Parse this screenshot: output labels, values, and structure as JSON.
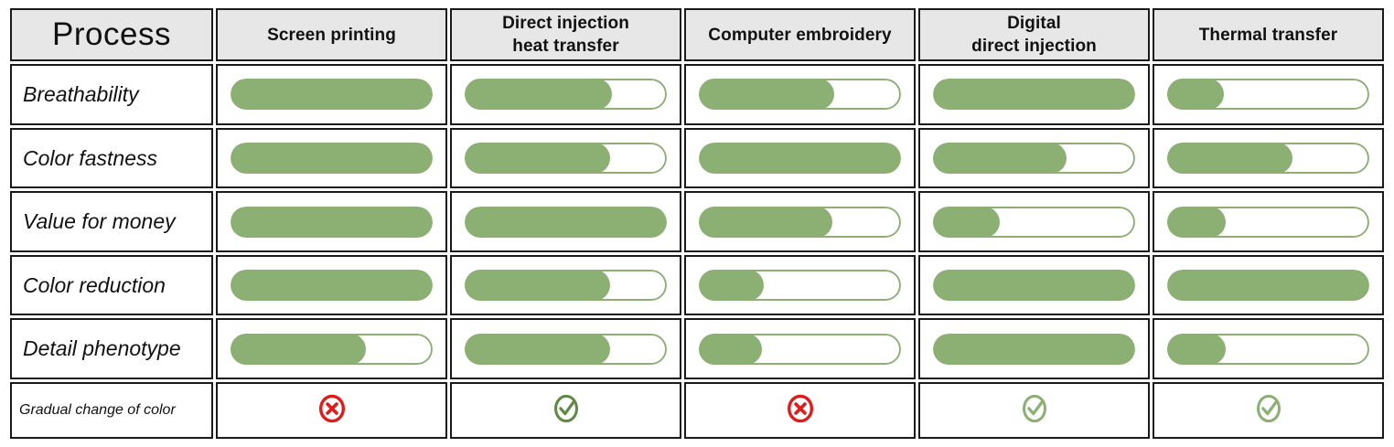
{
  "table": {
    "title_cell": "Process",
    "columns": [
      {
        "id": "screen-printing",
        "lines": [
          "Screen printing"
        ]
      },
      {
        "id": "direct-injection",
        "lines": [
          "Direct injection",
          "heat transfer"
        ]
      },
      {
        "id": "computer-embroidery",
        "lines": [
          "Computer  embroidery"
        ]
      },
      {
        "id": "digital-direct-injection",
        "lines": [
          "Digital",
          "direct injection"
        ]
      },
      {
        "id": "thermal-transfer",
        "lines": [
          "Thermal transfer"
        ]
      }
    ],
    "rows": [
      {
        "id": "breathability",
        "label": "Breathability",
        "type": "rating",
        "values": [
          100,
          73,
          67,
          100,
          28
        ]
      },
      {
        "id": "color-fastness",
        "label": "Color fastness",
        "type": "rating",
        "values": [
          100,
          72,
          100,
          66,
          62
        ]
      },
      {
        "id": "value-for-money",
        "label": "Value for money",
        "type": "rating",
        "values": [
          100,
          100,
          66,
          33,
          29
        ]
      },
      {
        "id": "color-reduction",
        "label": "Color reduction",
        "type": "rating",
        "values": [
          100,
          72,
          32,
          100,
          100
        ]
      },
      {
        "id": "detail-phenotype",
        "label": "Detail phenotype",
        "type": "rating",
        "values": [
          67,
          72,
          31,
          100,
          29
        ]
      },
      {
        "id": "gradual-change-of-color",
        "label": "Gradual change of color",
        "type": "verdict",
        "values": [
          "no",
          "yes",
          "no",
          "yes",
          "yes"
        ],
        "icon_names": [
          "cross-circle-icon",
          "check-circle-icon",
          "cross-circle-icon",
          "check-circle-icon",
          "check-circle-icon"
        ]
      }
    ]
  },
  "colors": {
    "rating_green": "#8cb073",
    "verdict_yes_strong": "#5f8a45",
    "verdict_yes_soft": "#8cb073",
    "verdict_no_red": "#e01b1b",
    "header_background": "#e7e7e7",
    "border": "#1a1a1a"
  }
}
